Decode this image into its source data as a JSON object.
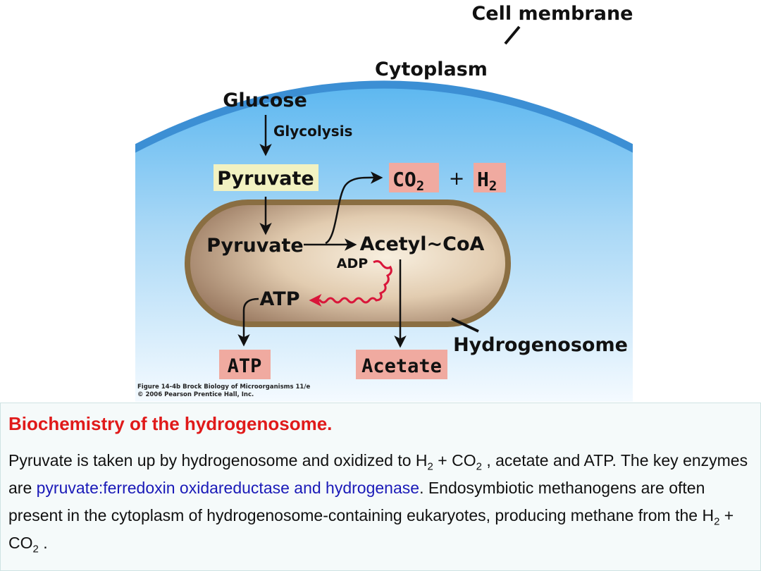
{
  "diagram": {
    "labels": {
      "cell_membrane": "Cell membrane",
      "cytoplasm": "Cytoplasm",
      "glucose": "Glucose",
      "glycolysis": "Glycolysis",
      "pyruvate_cytoplasm": "Pyruvate",
      "co2": "CO",
      "co2_sub": "2",
      "plus": "+",
      "h2": "H",
      "h2_sub": "2",
      "pyruvate_organelle": "Pyruvate",
      "acetyl_coa": "Acetyl~CoA",
      "adp": "ADP",
      "atp_inner": "ATP",
      "hydrogenosome": "Hydrogenosome",
      "atp_product": "ATP",
      "acetate": "Acetate"
    },
    "caption": {
      "line1": "Figure 14-4b  Brock Biology of Microorganisms 11/e",
      "line2": "© 2006 Pearson Prentice Hall, Inc."
    },
    "colors": {
      "membrane": "#3c8fd4",
      "cytoplasm_light": "#eef7ff",
      "cytoplasm_dark": "#5cb7f0",
      "organelle_border": "#8a6e42",
      "organelle_fill_light": "#f6ecd8",
      "organelle_fill_dark": "#8a6a52",
      "pyruvate_box": "#f2f2c2",
      "product_box": "#f0aaa0",
      "atp_arrow": "#d9163a"
    }
  },
  "text": {
    "heading": "Biochemistry of the hydrogenosome.",
    "p1": "Pyruvate is taken up by hydrogenosome and oxidized to H",
    "p1_sub1": "2",
    "p1_plus": " + CO",
    "p1_sub2": "2",
    "p1_rest": " , acetate and ATP. The key enzymes are ",
    "enzymes": "pyruvate:ferredoxin oxidareductase and hydrogenase",
    "p2": ". Endosymbiotic methanogens  are often present in the cytoplasm of hydrogenosome-containing eukaryotes, producing methane from the H",
    "p2_sub1": "2",
    "p2_plus": " + CO",
    "p2_sub2": "2",
    "p2_end": " ."
  }
}
